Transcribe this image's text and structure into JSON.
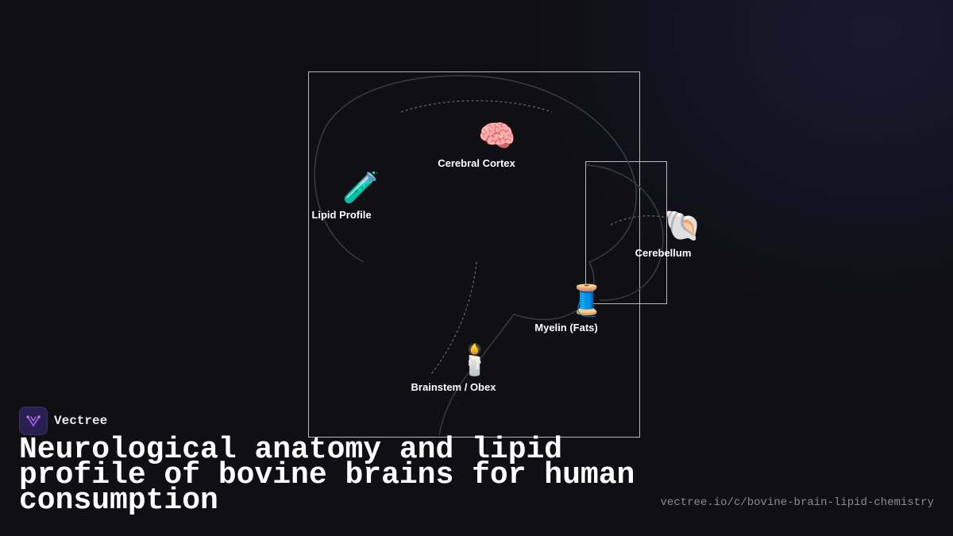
{
  "diagram": {
    "nodes": [
      {
        "id": "cerebral-cortex",
        "label": "Cerebral Cortex",
        "icon": "brain-icon",
        "glyph": "🧠"
      },
      {
        "id": "lipid-profile",
        "label": "Lipid Profile",
        "icon": "test-tube-icon",
        "glyph": "🧪"
      },
      {
        "id": "cerebellum",
        "label": "Cerebellum",
        "icon": "spiral-shell-icon",
        "glyph": "🐚"
      },
      {
        "id": "myelin",
        "label": "Myelin (Fats)",
        "icon": "spool-of-thread-icon",
        "glyph": "🧵"
      },
      {
        "id": "brainstem",
        "label": "Brainstem / Obex",
        "icon": "candle-icon",
        "glyph": "🕯️"
      }
    ]
  },
  "brand": {
    "name": "Vectree",
    "logo_icon": "vectree-logo-icon",
    "accent_color": "#a855f7"
  },
  "title": "Neurological anatomy and lipid profile of bovine brains for human consumption",
  "url": "vectree.io/c/bovine-brain-lipid-chemistry",
  "colors": {
    "background": "#0f0f14",
    "text": "#ffffff",
    "muted": "#8a8a94"
  }
}
